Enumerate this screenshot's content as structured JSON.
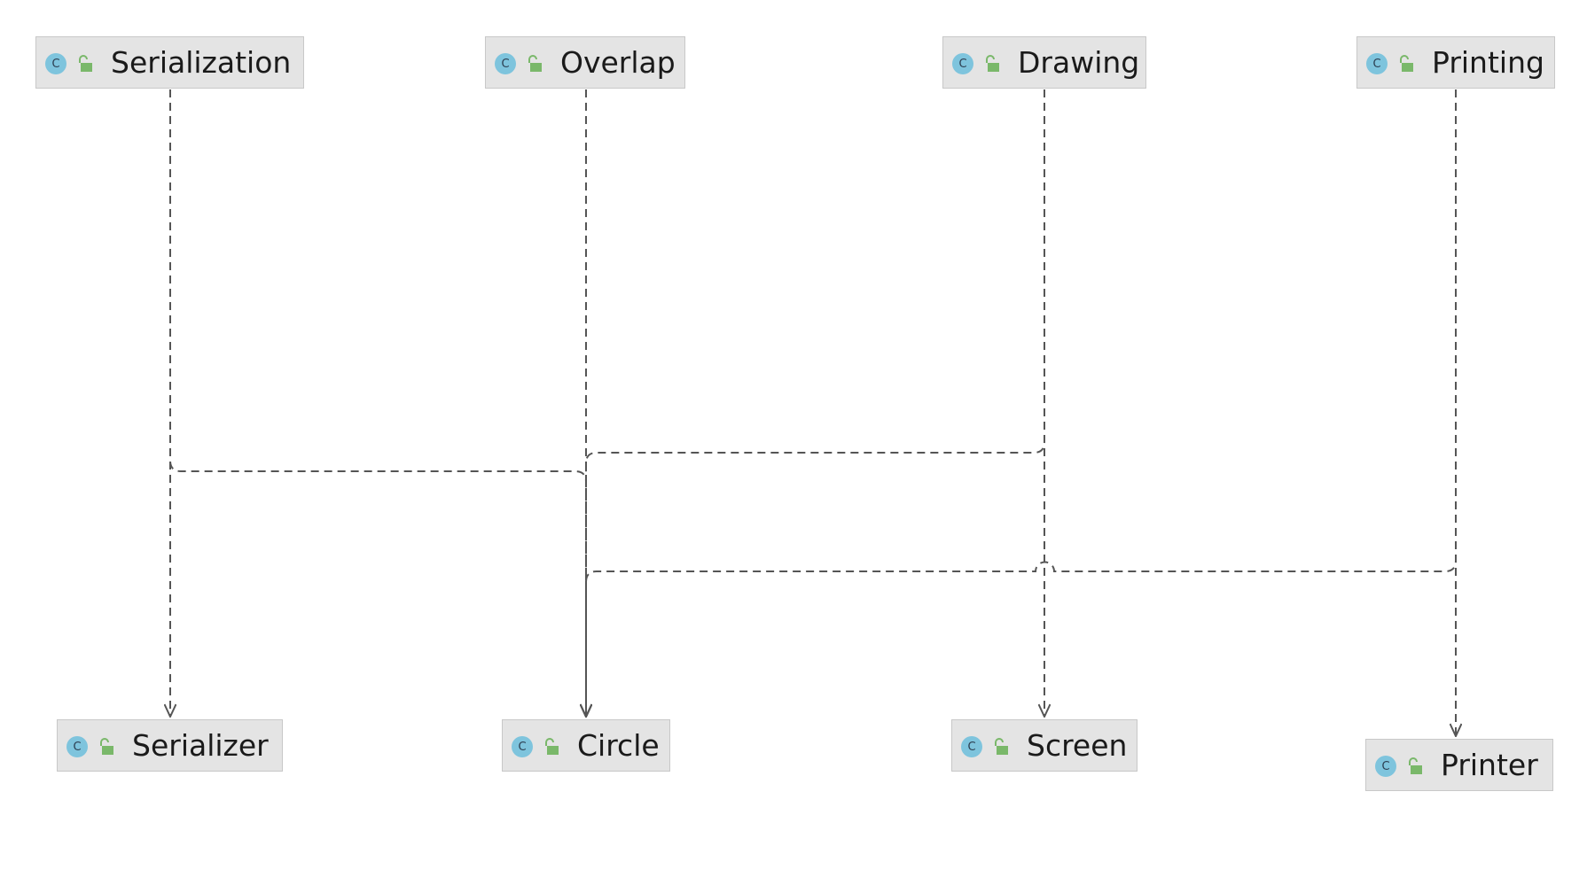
{
  "diagram": {
    "type": "class-dependency-diagram",
    "line_color": "#555555",
    "node_fill": "#e4e4e4",
    "class_icon_color": "#7ec4dd",
    "lock_icon_color": "#7ab86a",
    "class_icon_letter": "C",
    "icons": {
      "class": "class-icon",
      "visibility": "open-lock-icon"
    },
    "nodes": [
      {
        "id": "serialization",
        "label": "Serialization"
      },
      {
        "id": "overlap",
        "label": "Overlap"
      },
      {
        "id": "drawing",
        "label": "Drawing"
      },
      {
        "id": "printing",
        "label": "Printing"
      },
      {
        "id": "serializer",
        "label": "Serializer"
      },
      {
        "id": "circle",
        "label": "Circle"
      },
      {
        "id": "screen",
        "label": "Screen"
      },
      {
        "id": "printer",
        "label": "Printer"
      }
    ],
    "edges": [
      {
        "from": "serialization",
        "to": "serializer",
        "style": "dashed"
      },
      {
        "from": "serialization",
        "to": "circle",
        "style": "dashed"
      },
      {
        "from": "overlap",
        "to": "circle",
        "style": "dashed"
      },
      {
        "from": "drawing",
        "to": "circle",
        "style": "dashed"
      },
      {
        "from": "drawing",
        "to": "screen",
        "style": "dashed"
      },
      {
        "from": "printing",
        "to": "circle",
        "style": "dashed"
      },
      {
        "from": "printing",
        "to": "printer",
        "style": "dashed"
      }
    ]
  }
}
